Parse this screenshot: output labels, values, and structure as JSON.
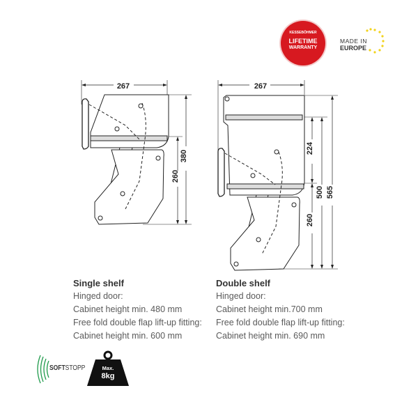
{
  "badges": {
    "lifetime": {
      "brand": "KESSEBÖHMER",
      "line1": "LIFETIME",
      "line2": "WARRANTY",
      "color": "#d71920"
    },
    "made_in": {
      "line1": "MADE IN",
      "line2": "EUROPE",
      "star_color": "#f2d21b"
    },
    "softstopp": {
      "soft": "SOFT",
      "stopp": "STOPP",
      "color": "#1e9a4a"
    },
    "weight": {
      "line1": "Max.",
      "line2": "8kg"
    }
  },
  "single": {
    "dims": {
      "width": "267",
      "total": "380",
      "lower": "260"
    },
    "title": "Single shelf",
    "lines": [
      "Hinged door:",
      "Cabinet height min. 480 mm",
      "Free fold double flap lift-up fitting:",
      "Cabinet height min. 600 mm"
    ]
  },
  "double": {
    "dims": {
      "width": "267",
      "shelf_gap": "224",
      "lower": "260",
      "mid": "500",
      "total": "565"
    },
    "title": "Double shelf",
    "lines": [
      "Hinged door:",
      "Cabinet height min.700 mm",
      "Free fold double flap lift-up fitting:",
      "Cabinet height min. 690 mm"
    ]
  }
}
